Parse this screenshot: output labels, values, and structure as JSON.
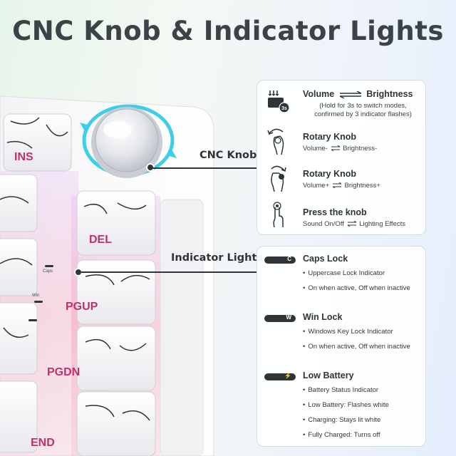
{
  "title": "CNC Knob & Indicator Lights",
  "callouts": {
    "knob": "CNC Knob",
    "lights": "Indicator Lights"
  },
  "keyboard": {
    "keys": [
      "INS",
      "DEL",
      "PGUP",
      "PGDN",
      "END"
    ],
    "indicator_labels": [
      "Caps",
      "Win"
    ]
  },
  "knob_panel": {
    "rows": [
      {
        "title_a": "Volume",
        "title_b": "Brightness",
        "icon": "hold-3s-icon",
        "icon_label": "3s",
        "desc": "(Hold for 3s to switch modes,\nconfirmed by 3 indicator flashes)"
      },
      {
        "title": "Rotary Knob",
        "icon": "rotate-left-hand-icon",
        "desc_a": "Volume-",
        "desc_b": "Brightness-"
      },
      {
        "title": "Rotary Knob",
        "icon": "rotate-right-hand-icon",
        "desc_a": "Volume+",
        "desc_b": "Brightness+"
      },
      {
        "title": "Press the knob",
        "icon": "press-finger-icon",
        "desc_a": "Sound On/Off",
        "desc_b": "Lighting Effects"
      }
    ]
  },
  "lights_panel": {
    "items": [
      {
        "title": "Caps Lock",
        "badge": "C",
        "bullets": [
          "Uppercase Lock Indicator",
          "On when active, Off when inactive"
        ]
      },
      {
        "title": "Win Lock",
        "badge": "W",
        "bullets": [
          "Windows Key Lock Indicator",
          "On when active, Off when inactive"
        ]
      },
      {
        "title": "Low Battery",
        "badge": "⚡",
        "bullets": [
          "Battery Status Indicator",
          "Low Battery: Flashes white",
          "Charging: Stays lit white",
          "Fully Charged: Turns off"
        ]
      }
    ]
  },
  "colors": {
    "accent": "#3ecfe6",
    "text": "#2f3438",
    "key_legend": "#c0306a"
  }
}
